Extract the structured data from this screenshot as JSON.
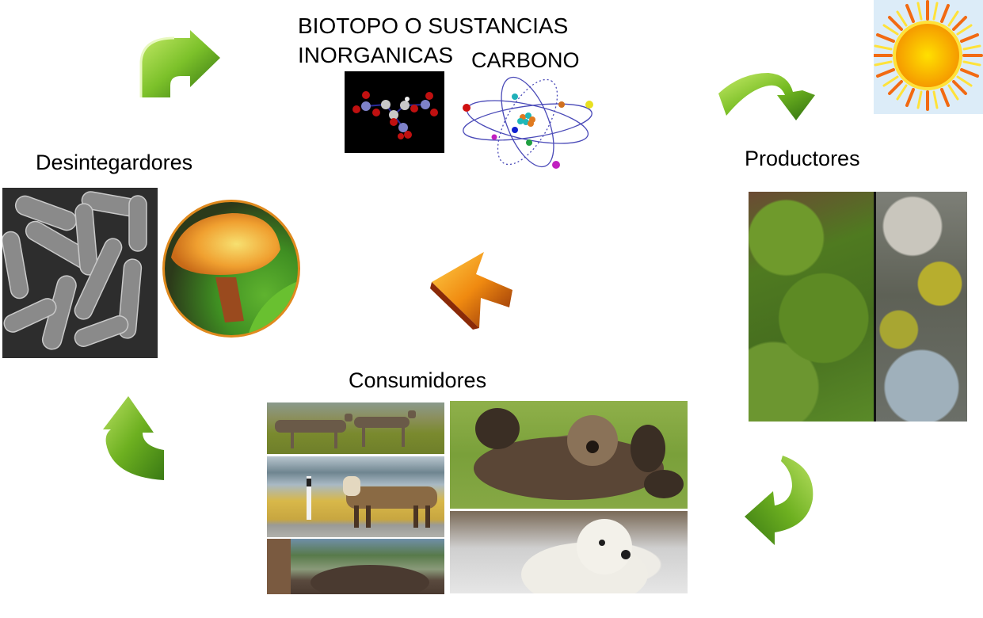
{
  "diagram": {
    "title_line1": "BIOTOPO O SUSTANCIAS",
    "title_line2": "INORGANICAS",
    "carbon_label": "CARBONO",
    "nodes": {
      "decomposers": {
        "label": "Desintegardores",
        "images": [
          "bacteria-micrograph",
          "mushroom"
        ]
      },
      "producers": {
        "label": "Productores",
        "images": [
          "moss-on-rocks",
          "lichen-on-rock"
        ]
      },
      "consumers": {
        "label": "Consumidores",
        "images": [
          "caribou-herd",
          "caribou-roadside",
          "musk-ox",
          "brown-bear-cub",
          "polar-bear-cub"
        ]
      },
      "inorganic": {
        "images": [
          "molecule-model",
          "carbon-atom-model"
        ]
      },
      "energy": {
        "images": [
          "sun"
        ]
      }
    },
    "arrows": [
      {
        "name": "cycle-arrow-top-left",
        "color": "#7cc12a"
      },
      {
        "name": "cycle-arrow-top-right",
        "color": "#7cc12a"
      },
      {
        "name": "cycle-arrow-bottom-right",
        "color": "#7cc12a"
      },
      {
        "name": "cycle-arrow-bottom-left",
        "color": "#7cc12a"
      },
      {
        "name": "center-arrow-left",
        "color": "#f08a10"
      }
    ]
  }
}
